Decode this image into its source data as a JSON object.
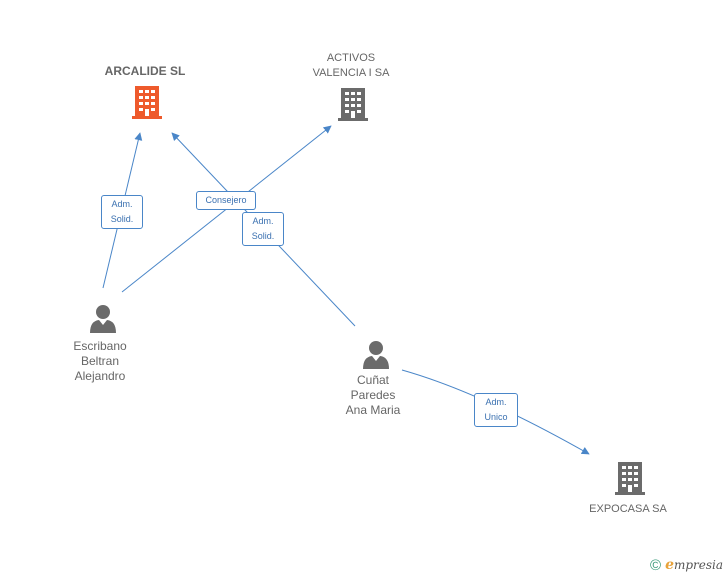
{
  "colors": {
    "edge": "#4a86c8",
    "main_company": "#ee5a2c",
    "company": "#666666",
    "person": "#666666"
  },
  "nodes": {
    "arcalide": {
      "label": "ARCALIDE SL",
      "icon": "building-icon"
    },
    "activos": {
      "label": "ACTIVOS\nVALENCIA I SA",
      "icon": "building-icon"
    },
    "expocasa": {
      "label": "EXPOCASA SA",
      "icon": "building-icon"
    },
    "escribano": {
      "label": "Escribano\nBeltran\nAlejandro",
      "icon": "person-icon"
    },
    "cunat": {
      "label": "Cuñat\nParedes\nAna Maria",
      "icon": "person-icon"
    }
  },
  "edges": {
    "escribano_arcalide": "Adm.\nSolid.",
    "escribano_activos": "Consejero",
    "cunat_arcalide": "Adm.\nSolid.",
    "cunat_expocasa": "Adm.\nUnico"
  },
  "brand": {
    "copyright": "©",
    "e": "e",
    "name": "mpresia"
  }
}
